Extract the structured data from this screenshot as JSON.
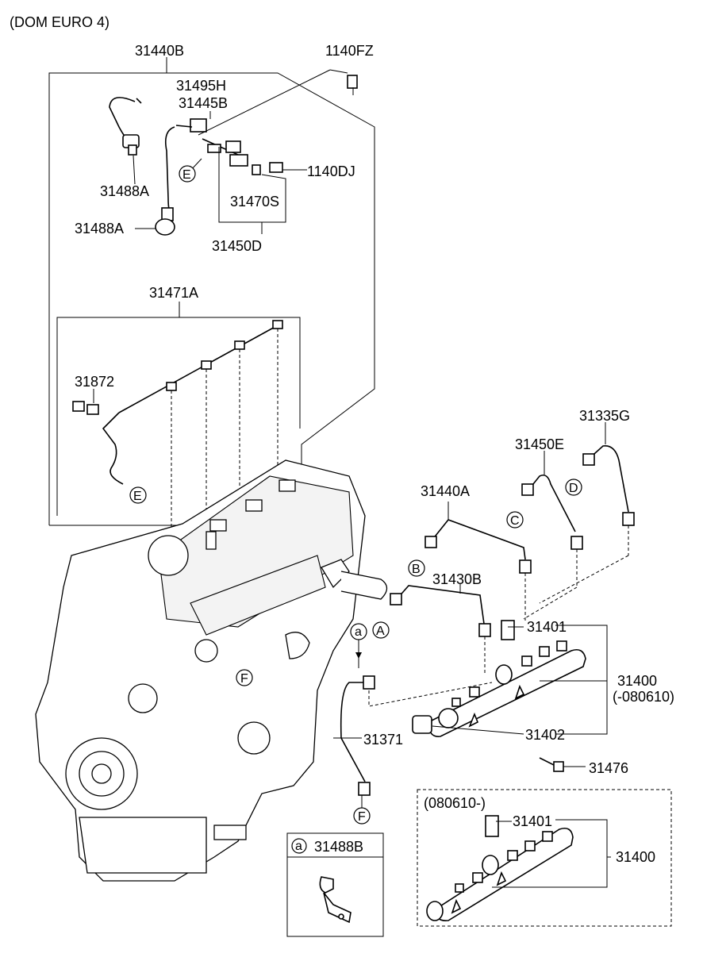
{
  "header": {
    "variant_label": "(DOM EURO 4)"
  },
  "parts": {
    "p31440B": "31440B",
    "p1140FZ": "1140FZ",
    "p31495H": "31495H",
    "p31445B": "31445B",
    "p1140DJ": "1140DJ",
    "p31488A_top": "31488A",
    "p31488A_bot": "31488A",
    "p31470S": "31470S",
    "p31450D": "31450D",
    "p31471A": "31471A",
    "p31872": "31872",
    "p31335G": "31335G",
    "p31450E": "31450E",
    "p31440A": "31440A",
    "p31430B": "31430B",
    "p31401": "31401",
    "p31400": "31400",
    "p31400_note": "(-080610)",
    "p31402": "31402",
    "p31371": "31371",
    "p31476": "31476",
    "p31488B": "31488B",
    "inset_period": "(080610-)",
    "inset_31401": "31401",
    "inset_31400": "31400"
  },
  "markers": {
    "A": "A",
    "B": "B",
    "C": "C",
    "D": "D",
    "E": "E",
    "F": "F",
    "a": "a"
  }
}
